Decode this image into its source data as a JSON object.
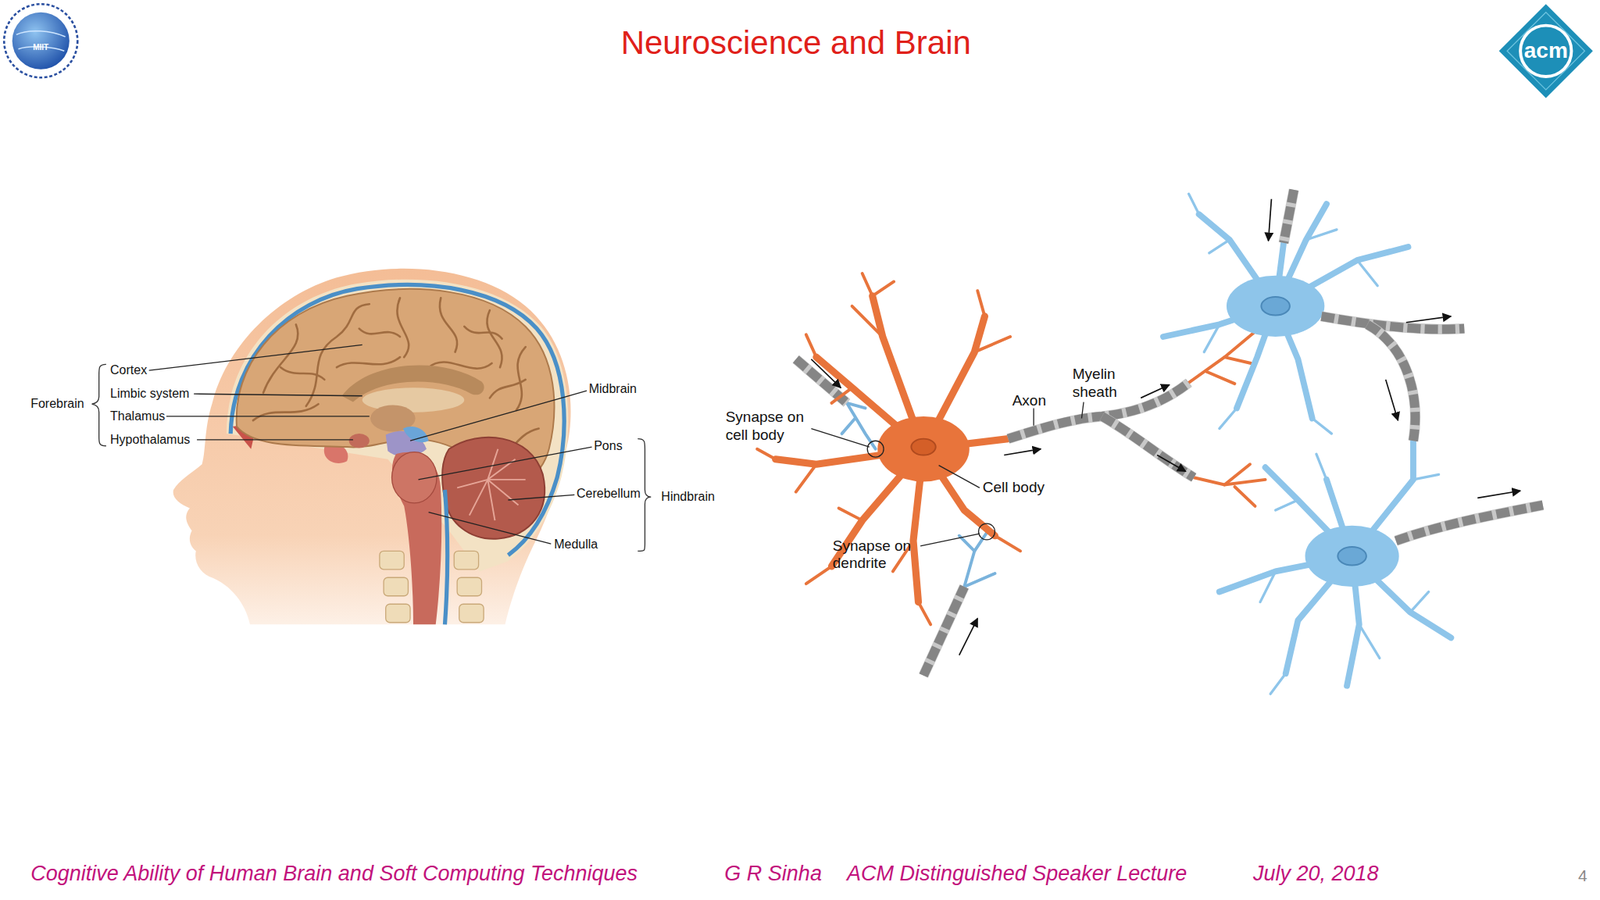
{
  "diagram": {
    "title": "Neuroscience and Brain",
    "labels": [
      "Forebrain",
      "Cortex",
      "Limbic system",
      "Thalamus",
      "Hypothalamus",
      "Midbrain",
      "Pons",
      "Cerebellum",
      "Hindbrain",
      "Medulla",
      "Synapse on cell body",
      "Axon",
      "Myelin sheath",
      "Cell body",
      "Synapse on dendrite",
      "MIIT",
      "acm",
      "Cognitive Ability of Human Brain and Soft Computing Techniques",
      "G R Sinha",
      "ACM Distinguished Speaker Lecture",
      "July 20, 2018",
      "4"
    ]
  }
}
